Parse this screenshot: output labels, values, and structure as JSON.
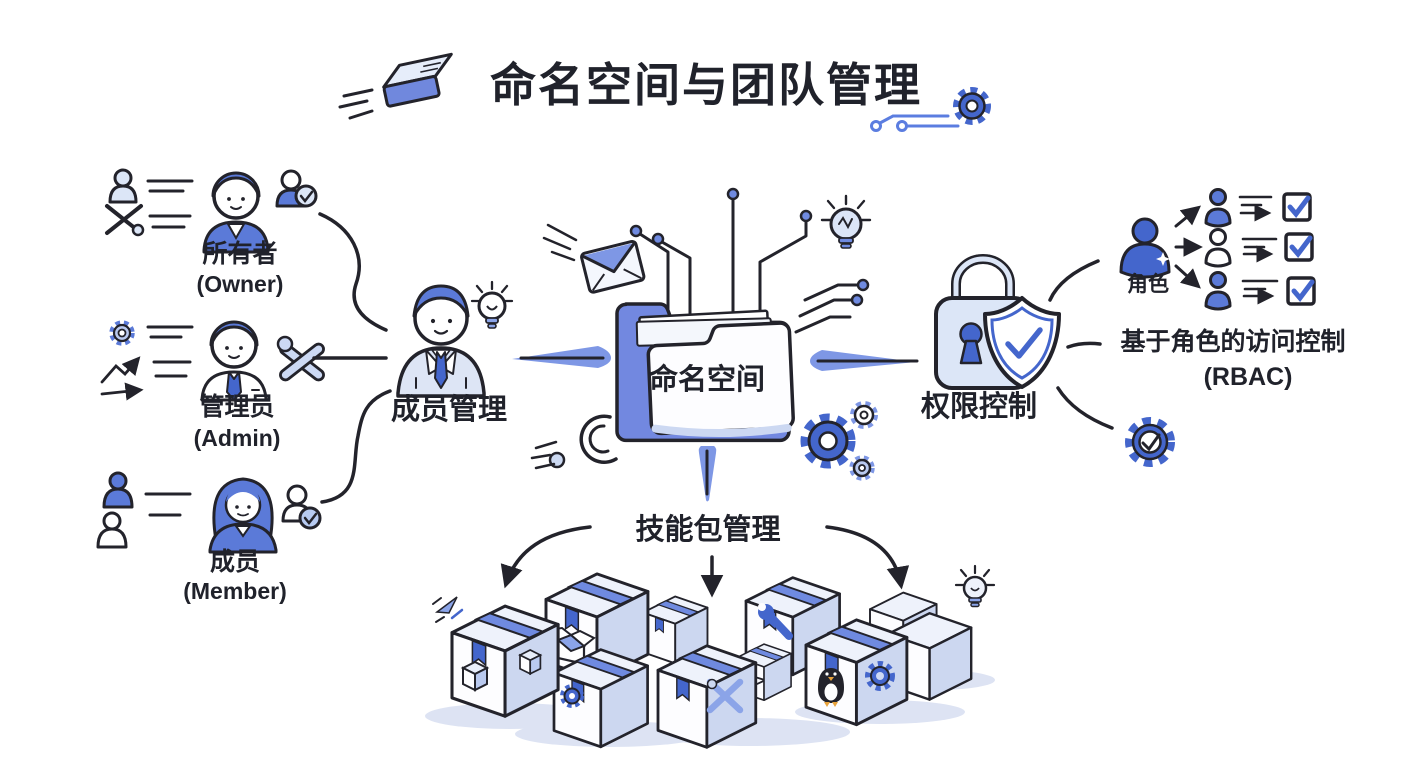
{
  "title": "命名空间与团队管理",
  "left_roles": {
    "owner": {
      "zh": "所有者",
      "en": "(Owner)"
    },
    "admin": {
      "zh": "管理员",
      "en": "(Admin)"
    },
    "member": {
      "zh": "成员",
      "en": "(Member)"
    }
  },
  "nodes": {
    "member_management": "成员管理",
    "namespace": "命名空间",
    "permission_control": "权限控制",
    "role": "角色",
    "rbac_title": "基于角色的访问控制",
    "rbac_abbr": "(RBAC)",
    "skill_package_management": "技能包管理"
  },
  "icons": {
    "title_left": "flying-package-icon",
    "title_right": "gear-circuit-icon",
    "center": "namespace-folder-icon",
    "member_management": "manager-avatar-with-lightbulb",
    "permission": "padlock-and-shield-check-icon",
    "rbac": "gear-check-icon",
    "role": "role-person-icon",
    "skill_boxes": [
      "cube-icon",
      "open-box-icon",
      "gear-icon",
      "wrench-icon",
      "code-icon",
      "crossed-tools-icon",
      "penguin-icon",
      "gear-icon"
    ],
    "code_glyph": "/>"
  },
  "colors": {
    "ink": "#23232b",
    "blue_strong": "#4466cc",
    "blue_mid": "#5b7ad8",
    "blue_folder": "#7288e0",
    "blue_arrow": "#7e97e5",
    "blue_light": "#ccd7f0",
    "blue_pale": "#e8eefa",
    "shadow": "#dde3f3"
  }
}
